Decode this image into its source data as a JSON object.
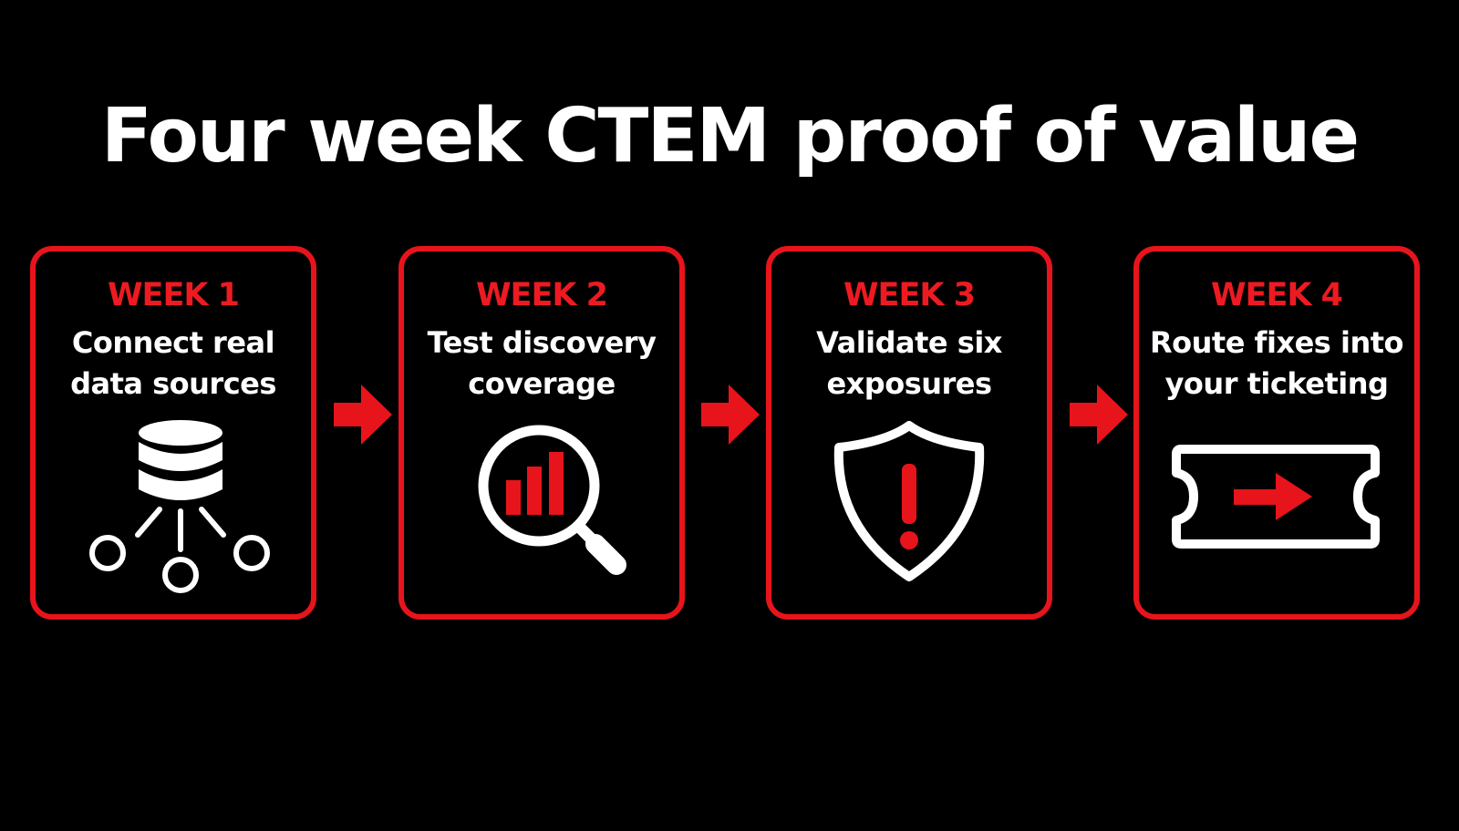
{
  "title": "Four week CTEM proof of value",
  "colors": {
    "background": "#000000",
    "accent": "#e8141b",
    "text": "#ffffff"
  },
  "steps": [
    {
      "week": "WEEK 1",
      "line1": "Connect real",
      "line2": "data sources",
      "icon": "database-network-icon"
    },
    {
      "week": "WEEK 2",
      "line1": "Test discovery",
      "line2": "coverage",
      "icon": "magnifier-chart-icon"
    },
    {
      "week": "WEEK 3",
      "line1": "Validate six",
      "line2": "exposures",
      "icon": "shield-alert-icon"
    },
    {
      "week": "WEEK 4",
      "line1": "Route fixes into",
      "line2": "your ticketing",
      "icon": "ticket-arrow-icon"
    }
  ],
  "connector_icon": "right-arrow-icon"
}
